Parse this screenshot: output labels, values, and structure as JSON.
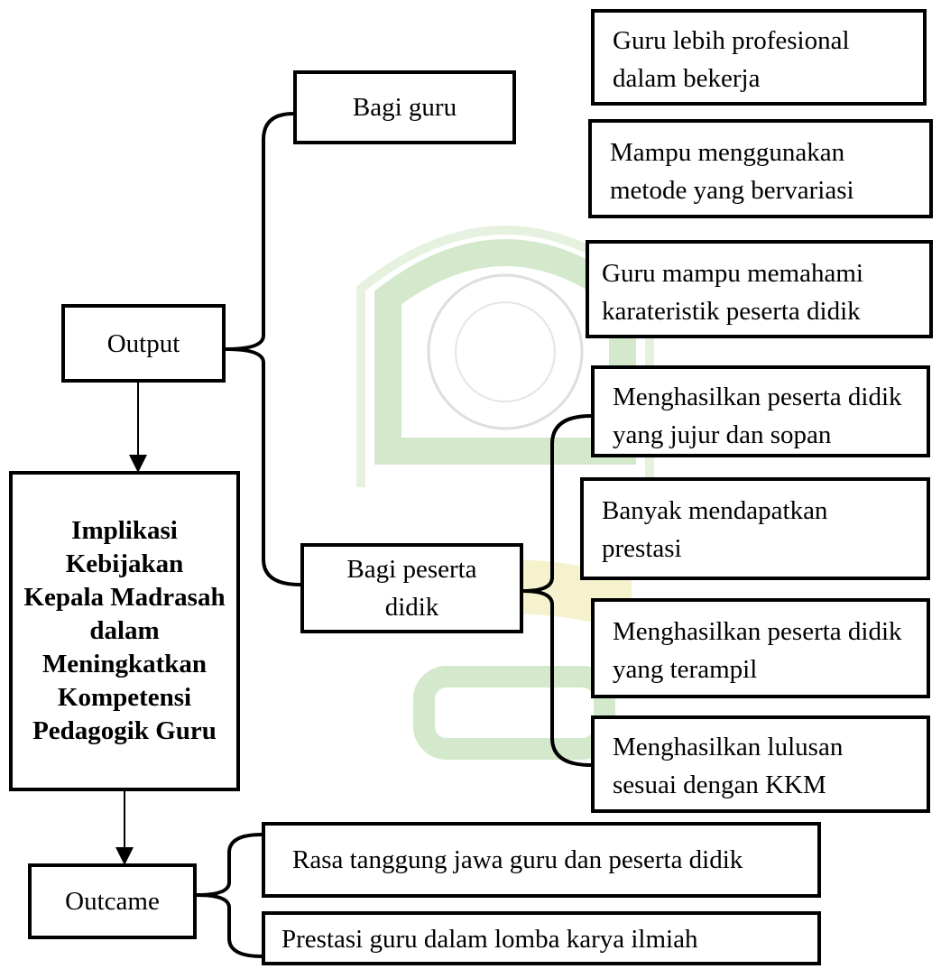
{
  "nodes": {
    "output": "Output",
    "implikasi": "Implikasi Kebijakan Kepala Madrasah dalam Meningkatkan Kompetensi Pedagogik Guru",
    "outcame": "Outcame",
    "bagi_guru": "Bagi guru",
    "bagi_peserta_didik": "Bagi peserta didik"
  },
  "guru_outputs": [
    "Guru lebih profesional dalam bekerja",
    "Mampu menggunakan metode yang bervariasi",
    "Guru mampu memahami karateristik peserta didik"
  ],
  "peserta_didik_outputs": [
    "Menghasilkan peserta didik yang jujur dan sopan",
    "Banyak mendapatkan prestasi",
    "Menghasilkan peserta didik yang terampil",
    "Menghasilkan lulusan sesuai dengan KKM"
  ],
  "outcomes": [
    "Rasa tanggung jawa guru dan peserta didik",
    "Prestasi guru dalam lomba karya ilmiah"
  ],
  "colors": {
    "watermark_green": "#d4e9cc",
    "watermark_yellow": "#f3efc0",
    "watermark_gray": "#bdbdbd"
  }
}
